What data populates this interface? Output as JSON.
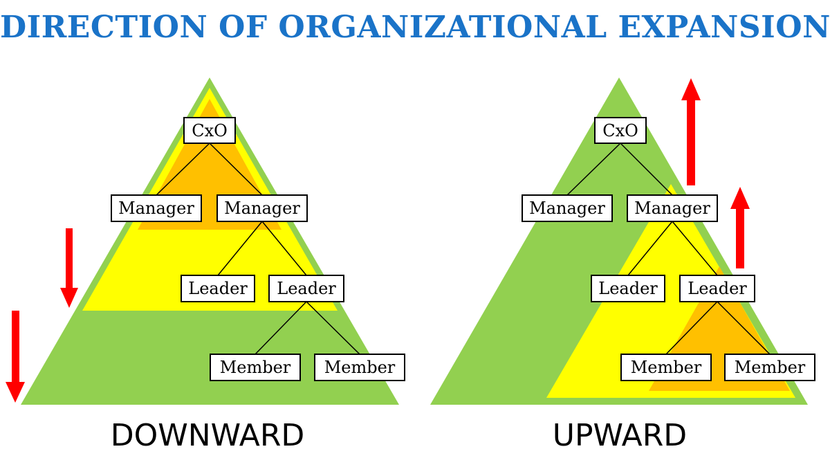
{
  "title": "DIRECTION OF ORGANIZATIONAL EXPANSION",
  "colors": {
    "title": "#1a73c8",
    "green": "#92d050",
    "yellow": "#ffff00",
    "orange": "#ffc000",
    "arrow": "#ff0000"
  },
  "left": {
    "caption": "DOWNWARD",
    "nodes": {
      "cxo": "CxO",
      "manager_1": "Manager",
      "manager_2": "Manager",
      "leader_1": "Leader",
      "leader_2": "Leader",
      "member_1": "Member",
      "member_2": "Member"
    }
  },
  "right": {
    "caption": "UPWARD",
    "nodes": {
      "cxo": "CxO",
      "manager_1": "Manager",
      "manager_2": "Manager",
      "leader_1": "Leader",
      "leader_2": "Leader",
      "member_1": "Member",
      "member_2": "Member"
    }
  }
}
